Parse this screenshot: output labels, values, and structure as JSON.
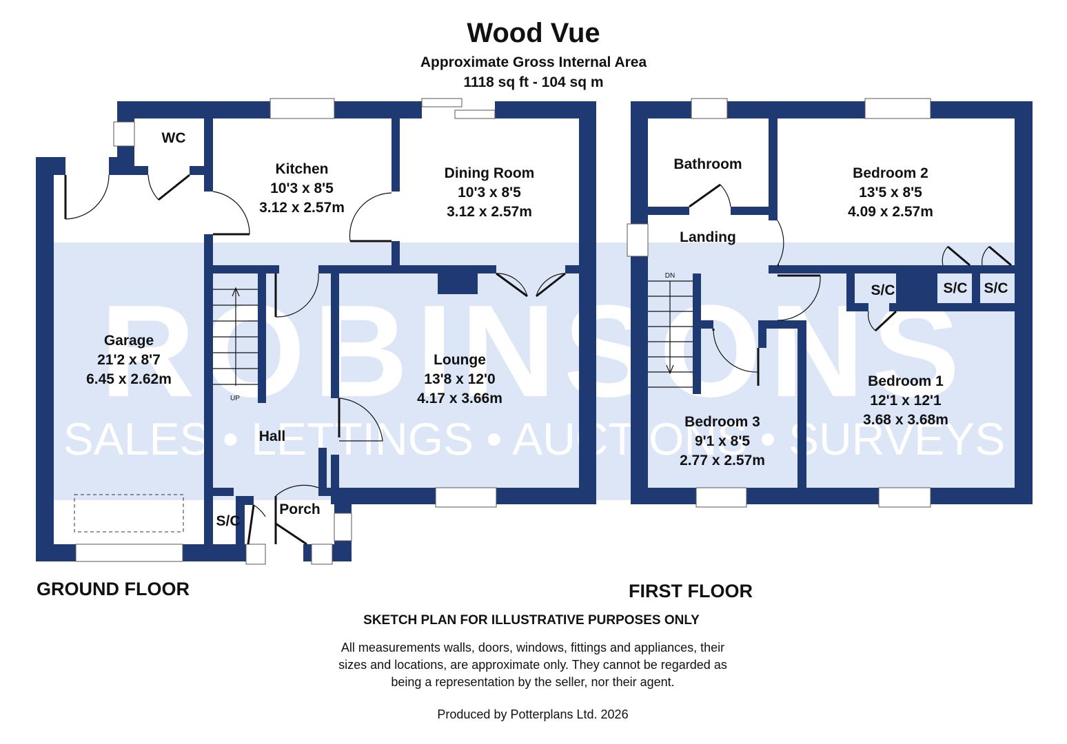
{
  "header": {
    "title": "Wood Vue",
    "subtitle": "Approximate Gross Internal Area",
    "area": "1118 sq ft - 104 sq m"
  },
  "watermark": {
    "brand": "ROBINSONS",
    "tagline": "SALES • LETTINGS • AUCTIONS • SURVEYS"
  },
  "colors": {
    "walls": "#1f3a73",
    "watermark_band": "#dde6f7"
  },
  "ground_floor": {
    "label": "GROUND FLOOR",
    "rooms": {
      "wc": {
        "name": "WC"
      },
      "kitchen": {
        "name": "Kitchen",
        "imperial": "10'3 x 8'5",
        "metric": "3.12 x 2.57m"
      },
      "dining": {
        "name": "Dining Room",
        "imperial": "10'3 x 8'5",
        "metric": "3.12 x 2.57m"
      },
      "garage": {
        "name": "Garage",
        "imperial": "21'2 x 8'7",
        "metric": "6.45 x 2.62m"
      },
      "lounge": {
        "name": "Lounge",
        "imperial": "13'8 x 12'0",
        "metric": "4.17 x 3.66m"
      },
      "hall": {
        "name": "Hall"
      },
      "porch": {
        "name": "Porch"
      },
      "sc": {
        "name": "S/C"
      }
    },
    "stairs_label": "UP"
  },
  "first_floor": {
    "label": "FIRST FLOOR",
    "rooms": {
      "bathroom": {
        "name": "Bathroom"
      },
      "landing": {
        "name": "Landing"
      },
      "bedroom2": {
        "name": "Bedroom 2",
        "imperial": "13'5 x 8'5",
        "metric": "4.09 x 2.57m"
      },
      "bedroom1": {
        "name": "Bedroom 1",
        "imperial": "12'1 x 12'1",
        "metric": "3.68 x 3.68m"
      },
      "bedroom3": {
        "name": "Bedroom 3",
        "imperial": "9'1 x 8'5",
        "metric": "2.77 x 2.57m"
      },
      "sc1": {
        "name": "S/C"
      },
      "sc2": {
        "name": "S/C"
      },
      "sc3": {
        "name": "S/C"
      }
    },
    "stairs_label": "DN"
  },
  "footer": {
    "disclaimer_title": "SKETCH PLAN FOR ILLUSTRATIVE PURPOSES ONLY",
    "disclaimer_line1": "All measurements walls, doors, windows, fittings and appliances, their",
    "disclaimer_line2": "sizes and locations, are approximate only. They cannot be regarded as",
    "disclaimer_line3": "being a representation by the seller, nor their agent.",
    "producer": "Produced by Potterplans Ltd. 2026"
  }
}
